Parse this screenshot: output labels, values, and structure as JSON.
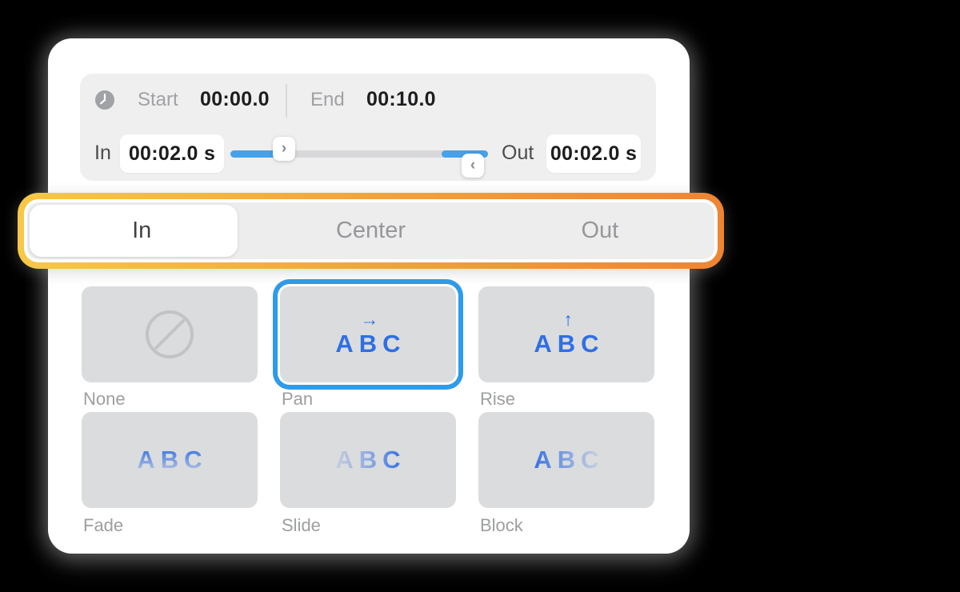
{
  "timing": {
    "start_label": "Start",
    "start_value": "00:00.0",
    "end_label": "End",
    "end_value": "00:10.0",
    "in_label": "In",
    "in_value": "00:02.0 s",
    "out_label": "Out",
    "out_value": "00:02.0 s",
    "slider": {
      "left_handle_glyph": "›",
      "right_handle_glyph": "‹"
    }
  },
  "tabs": {
    "items": [
      {
        "label": "In",
        "selected": true
      },
      {
        "label": "Center",
        "selected": false
      },
      {
        "label": "Out",
        "selected": false
      }
    ]
  },
  "animations": {
    "preview_text": "ABC",
    "items": [
      {
        "label": "None",
        "selected": false
      },
      {
        "label": "Pan",
        "selected": true,
        "arrow": "→"
      },
      {
        "label": "Rise",
        "selected": false,
        "arrow": "↑"
      },
      {
        "label": "Fade",
        "selected": false
      },
      {
        "label": "Slide",
        "selected": false
      },
      {
        "label": "Block",
        "selected": false
      }
    ]
  },
  "colors": {
    "accent_blue": "#2E9BE8",
    "preview_text_blue": "#2F6FE4",
    "slider_fill_blue": "#45A1E9",
    "highlight_gradient_start": "#F7C845",
    "highlight_gradient_end": "#EF8432",
    "panel_gray": "#EFEFF0",
    "tile_gray": "#DBDCDE"
  }
}
